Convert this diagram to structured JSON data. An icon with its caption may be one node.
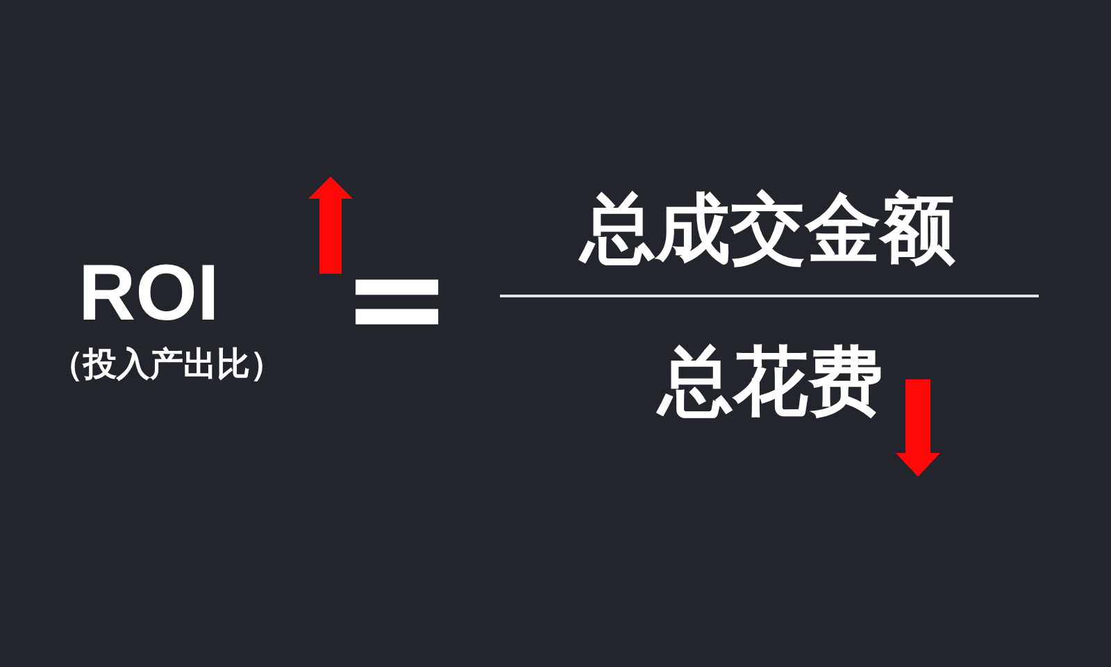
{
  "diagram": {
    "labels": [
      "ROI",
      "（投入产出比）",
      "=",
      "总成交金额",
      "总花费"
    ]
  }
}
